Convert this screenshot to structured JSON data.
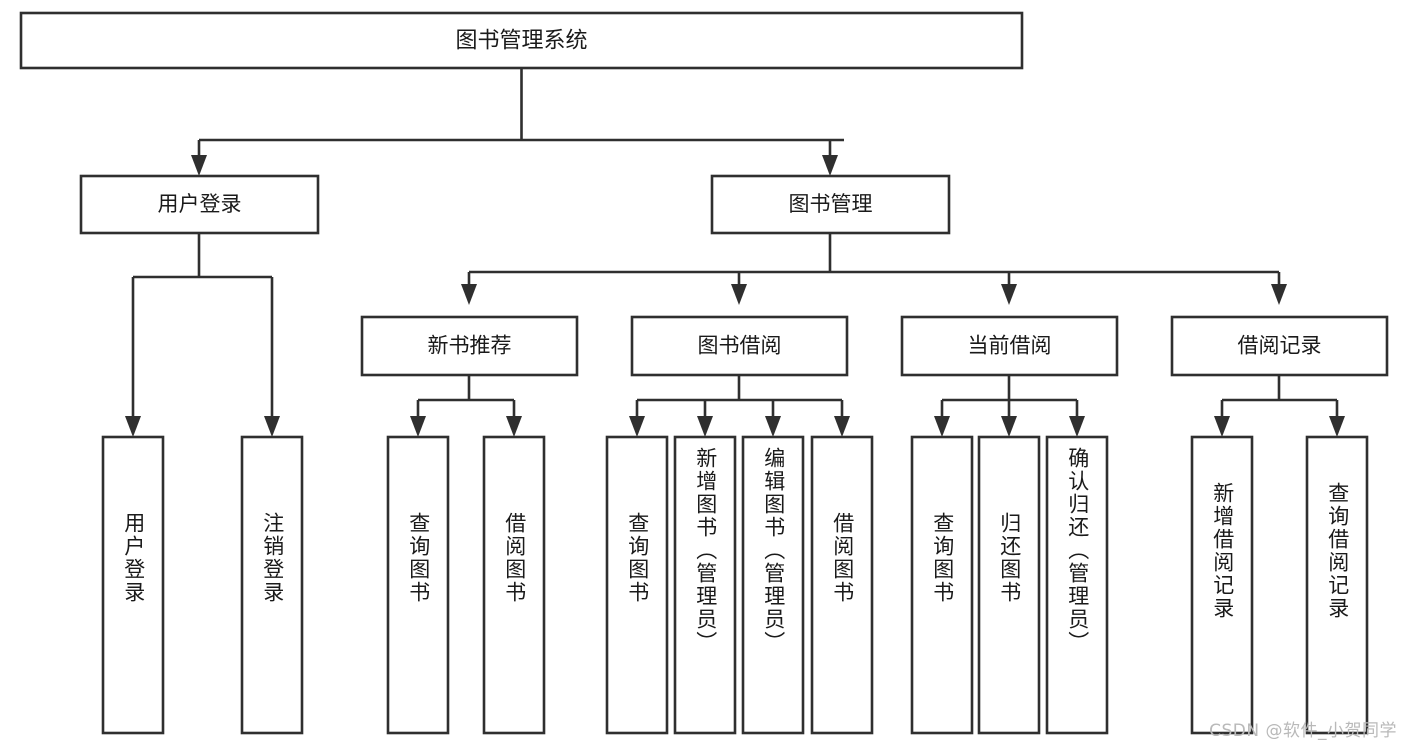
{
  "diagram": {
    "title": "图书管理系统",
    "type": "tree",
    "orientation": "top-down",
    "colors": {
      "stroke": "#2f2f2f",
      "box_fill": "#ffffff",
      "text": "#1a1a1a",
      "background": "#ffffff",
      "watermark": "#b9b9b9"
    },
    "root": {
      "id": "root",
      "label": "图书管理系统",
      "level": 0
    },
    "level1": [
      {
        "id": "user-login",
        "label": "用户登录",
        "level": 1
      },
      {
        "id": "book-manage",
        "label": "图书管理",
        "level": 1
      }
    ],
    "level2": [
      {
        "id": "new-book-recommend",
        "label": "新书推荐",
        "level": 2,
        "parent": "book-manage"
      },
      {
        "id": "book-borrow",
        "label": "图书借阅",
        "level": 2,
        "parent": "book-manage"
      },
      {
        "id": "current-borrow",
        "label": "当前借阅",
        "level": 2,
        "parent": "book-manage"
      },
      {
        "id": "borrow-record",
        "label": "借阅记录",
        "level": 2,
        "parent": "book-manage"
      }
    ],
    "leaves": [
      {
        "id": "leaf-user-login",
        "label": "用户登录",
        "parent": "user-login"
      },
      {
        "id": "leaf-user-logout",
        "label": "注销登录",
        "parent": "user-login"
      },
      {
        "id": "leaf-query-book-1",
        "label": "查询图书",
        "parent": "new-book-recommend"
      },
      {
        "id": "leaf-borrow-book-1",
        "label": "借阅图书",
        "parent": "new-book-recommend"
      },
      {
        "id": "leaf-query-book-2",
        "label": "查询图书",
        "parent": "book-borrow"
      },
      {
        "id": "leaf-add-book",
        "label": "新增图书（管理员）",
        "parent": "book-borrow"
      },
      {
        "id": "leaf-edit-book",
        "label": "编辑图书（管理员）",
        "parent": "book-borrow"
      },
      {
        "id": "leaf-borrow-book-2",
        "label": "借阅图书",
        "parent": "book-borrow"
      },
      {
        "id": "leaf-query-book-3",
        "label": "查询图书",
        "parent": "current-borrow"
      },
      {
        "id": "leaf-return-book",
        "label": "归还图书",
        "parent": "current-borrow"
      },
      {
        "id": "leaf-confirm-return",
        "label": "确认归还（管理员）",
        "parent": "current-borrow"
      },
      {
        "id": "leaf-add-record",
        "label": "新增借阅记录",
        "parent": "borrow-record"
      },
      {
        "id": "leaf-query-record",
        "label": "查询借阅记录",
        "parent": "borrow-record"
      }
    ],
    "watermark": "CSDN @软件_小贺同学"
  }
}
